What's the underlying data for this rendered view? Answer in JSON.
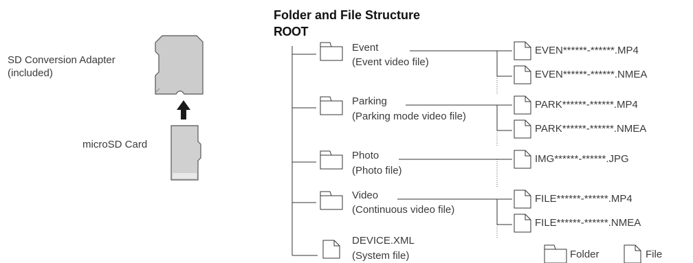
{
  "left": {
    "adapter_label_line1": "SD Conversion Adapter",
    "adapter_label_line2": "(included)",
    "card_label": "microSD Card"
  },
  "tree": {
    "heading": "Folder and File Structure",
    "root": "ROOT",
    "folders": [
      {
        "name": "Event",
        "desc": "(Event video file)",
        "files": [
          "EVEN******-******.MP4",
          "EVEN******-******.NMEA"
        ]
      },
      {
        "name": "Parking",
        "desc": "(Parking mode video file)",
        "files": [
          "PARK******-******.MP4",
          "PARK******-******.NMEA"
        ]
      },
      {
        "name": "Photo",
        "desc": "(Photo file)",
        "files": [
          "IMG******-******.JPG"
        ]
      },
      {
        "name": "Video",
        "desc": "(Continuous video file)",
        "files": [
          "FILE******-******.MP4",
          "FILE******-******.NMEA"
        ]
      }
    ],
    "device_file": {
      "name": "DEVICE.XML",
      "desc": "(System file)"
    }
  },
  "legend": {
    "folder": "Folder",
    "file": "File"
  }
}
